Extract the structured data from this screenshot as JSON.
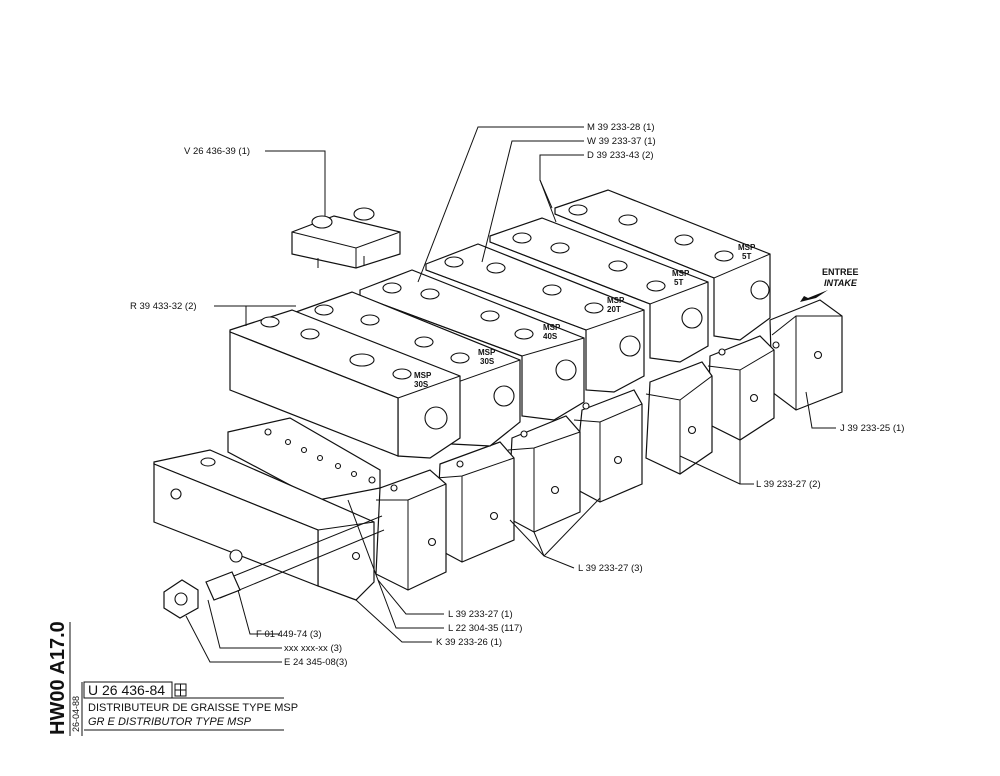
{
  "callouts": {
    "v_plug": "V 26 436-39 (1)",
    "m_element": "M 39 233-28 (1)",
    "w_element": "W 39 233-37 (1)",
    "d_element": "D 39 233-43 (2)",
    "r_element": "R 39 433-32 (2)",
    "j_block": "J 39 233-25 (1)",
    "l_block_2": "L 39 233-27 (2)",
    "l_block_3": "L 39 233-27 (3)",
    "l_block_1": "L 39 233-27 (1)",
    "l_tie_rod": "L 22 304-35 (117)",
    "k_end_block": "K 39 233-26 (1)",
    "f_part": "F 01 449-74 (3)",
    "x_part": "xxx xxx-xx (3)",
    "e_nut": "E 24 345-08(3)"
  },
  "inlet": {
    "fr": "ENTREE",
    "en": "INTAKE"
  },
  "element_markings": {
    "el1": [
      "MSP",
      "30S"
    ],
    "el2": [
      "MSP",
      "30S"
    ],
    "el3": [
      "MSP",
      "40S"
    ],
    "el4": [
      "MSP",
      "20T"
    ],
    "el5": [
      "MSP",
      "5T"
    ],
    "el6": [
      "MSP",
      "5T"
    ]
  },
  "title_block": {
    "sheet_code": "HW00 A17.0",
    "part_number": "U 26 436-84",
    "date": "26-04-88",
    "title_fr": "DISTRIBUTEUR DE GRAISSE TYPE MSP",
    "title_en": "GR    E DISTRIBUTOR TYPE MSP"
  }
}
